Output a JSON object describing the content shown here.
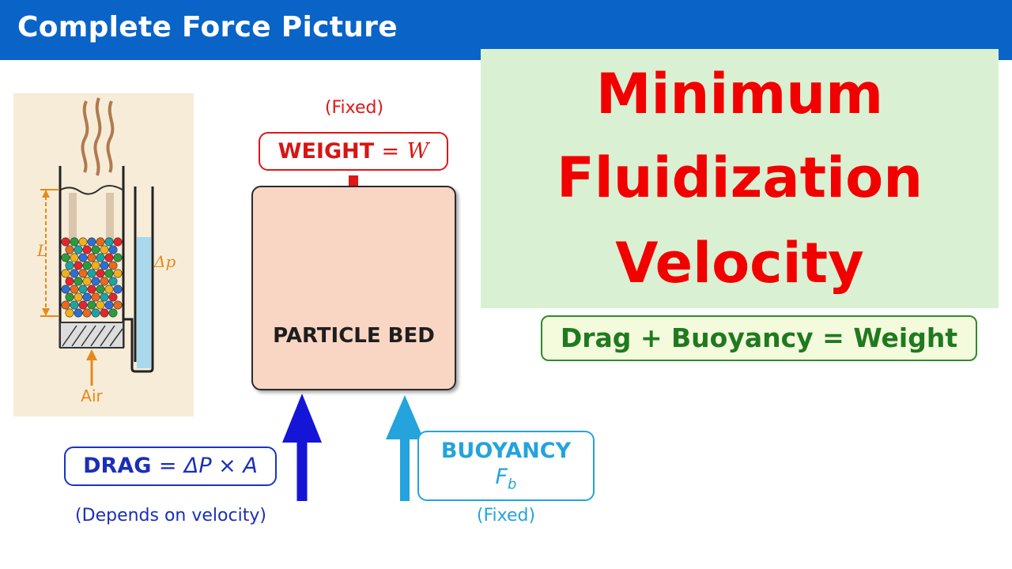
{
  "header": {
    "title": "Complete Force Picture"
  },
  "banner": {
    "lines": [
      "Minimum",
      "Fluidization",
      "Velocity"
    ]
  },
  "equation": {
    "text": "Drag + Buoyancy = Weight"
  },
  "bed": {
    "label": "PARTICLE BED"
  },
  "weight": {
    "note": "(Fixed)",
    "label": "WEIGHT",
    "op": "=",
    "symbol": "W"
  },
  "drag": {
    "label": "DRAG",
    "op": "=",
    "formula": "ΔP × A",
    "note": "(Depends on velocity)"
  },
  "buoyancy": {
    "label": "BUOYANCY",
    "symbol": "F",
    "subscript": "b",
    "note": "(Fixed)"
  },
  "illustration": {
    "length_label": "L",
    "pressure_label": "Δp",
    "air_label": "Air"
  },
  "colors": {
    "title_bar": "#0a64c8",
    "banner_bg": "#d9f1d2",
    "banner_text": "#f20000",
    "weight": "#e31515",
    "drag": "#1a33c8",
    "buoyancy": "#24a3dd",
    "equation_border": "#2e8b2e",
    "bed_fill": "#f9d5c4"
  }
}
